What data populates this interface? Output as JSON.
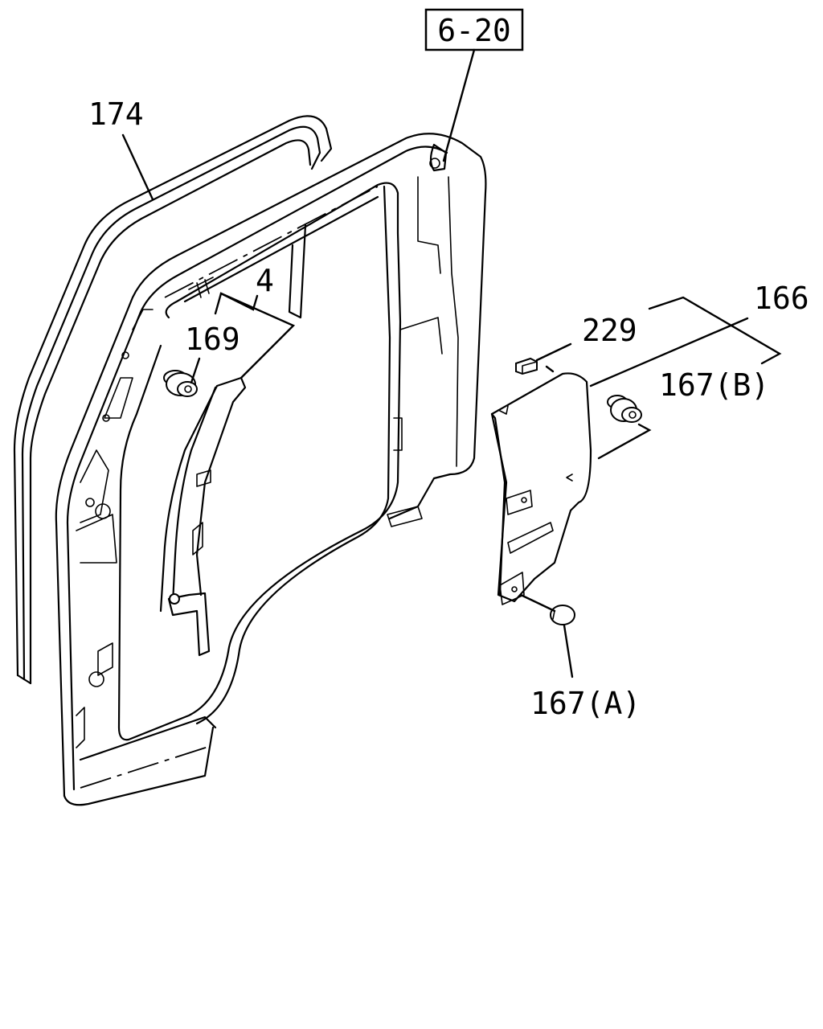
{
  "diagram": {
    "reference_box": "6-20",
    "callouts": {
      "seal": "174",
      "trim_strip": "4",
      "clip_upper": "169",
      "pad": "229",
      "panel": "166",
      "clip_b": "167(B)",
      "clip_a": "167(A)"
    }
  }
}
